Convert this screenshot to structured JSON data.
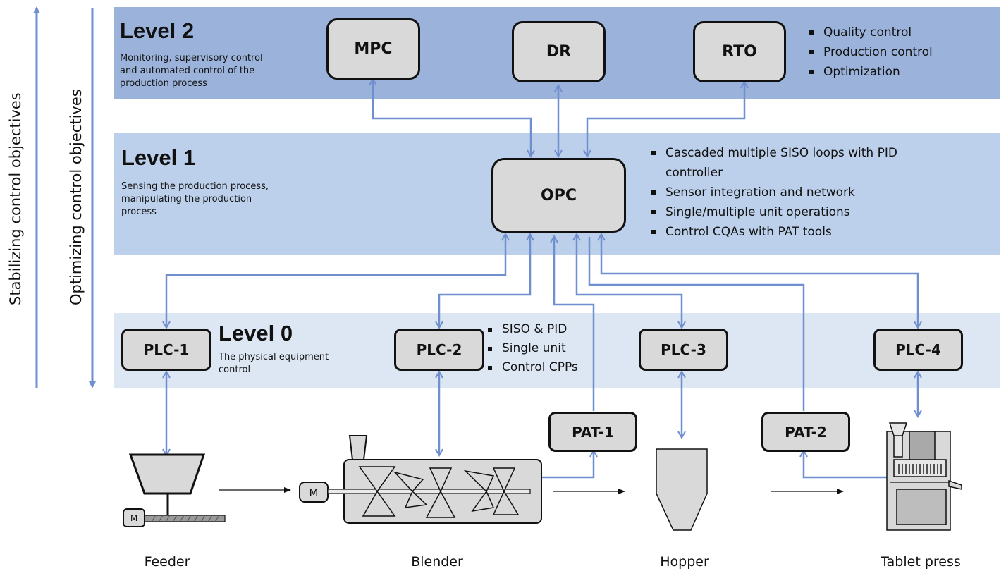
{
  "colors": {
    "level2": "#9bb3db",
    "level1": "#bcd0eb",
    "level0": "#dde7f4",
    "arrow": "#6f8fcf",
    "box": "#d9d9d9"
  },
  "side": {
    "stabilizing": "Stabilizing control objectives",
    "optimizing": "Optimizing control objectives"
  },
  "level2": {
    "title": "Level 2",
    "desc": "Monitoring, supervisory control\nand automated control of the\nproduction process",
    "boxes": [
      "MPC",
      "DR",
      "RTO"
    ],
    "bullets": [
      "Quality control",
      "Production control",
      "Optimization"
    ]
  },
  "level1": {
    "title": "Level 1",
    "desc": "Sensing the production process,\nmanipulating the production\nprocess",
    "box": "OPC",
    "bullets": [
      "Cascaded multiple SISO loops with  PID",
      "controller",
      "Sensor integration and network",
      "Single/multiple unit operations",
      "Control CQAs with PAT tools"
    ]
  },
  "level0": {
    "title": "Level 0",
    "desc": "The physical equipment\ncontrol",
    "plcs": [
      "PLC-1",
      "PLC-2",
      "PLC-3",
      "PLC-4"
    ],
    "bullets": [
      "SISO & PID",
      "Single unit",
      "Control CPPs"
    ]
  },
  "pat": [
    "PAT-1",
    "PAT-2"
  ],
  "equipment": {
    "motor": "M",
    "labels": [
      "Feeder",
      "Blender",
      "Hopper",
      "Tablet press"
    ]
  }
}
